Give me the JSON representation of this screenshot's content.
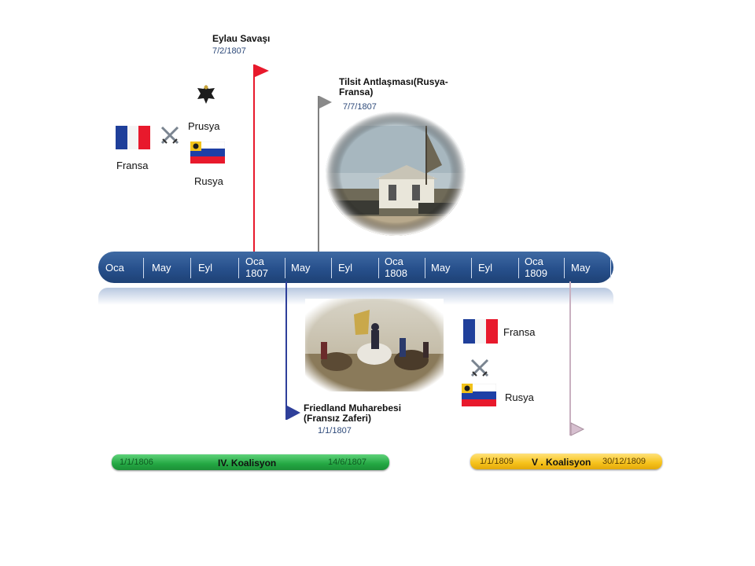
{
  "axis": {
    "ticks": [
      "Oca",
      "May",
      "Eyl",
      "Oca\n1807",
      "May",
      "Eyl",
      "Oca\n1808",
      "May",
      "Eyl",
      "Oca\n1809",
      "May"
    ]
  },
  "events": {
    "eylau": {
      "title": "Eylau Savaşı",
      "date": "7/2/1807",
      "color": "#e8192c"
    },
    "tilsit": {
      "title": "Tilsit Antlaşması(Rusya-\nFransa)",
      "date": "7/7/1807",
      "color": "#808080"
    },
    "friedland": {
      "title": "Friedland Muharebesi\n(Fransız Zaferi)",
      "date": "1/1/1807",
      "color": "#2e3f9a"
    },
    "unnamed": {
      "color": "#c9b0c0"
    }
  },
  "top_group": {
    "left_label": "Fransa",
    "top_label": "Prusya",
    "bottom_label": "Rusya"
  },
  "bottom_group": {
    "top_label": "Fransa",
    "bottom_label": "Rusya"
  },
  "coalitions": [
    {
      "name": "IV. Koalisyon",
      "start": "1/1/1806",
      "end": "14/6/1807",
      "color": "#2bb24a"
    },
    {
      "name": "V . Koalisyon",
      "start": "1/1/1809",
      "end": "30/12/1809",
      "color": "#f6c21b"
    }
  ],
  "colors": {
    "france_blue": "#1f3f9a",
    "france_red": "#e8192c",
    "russia_white": "#ffffff",
    "russia_blue": "#1d3fa6",
    "russia_red": "#e8192c"
  }
}
